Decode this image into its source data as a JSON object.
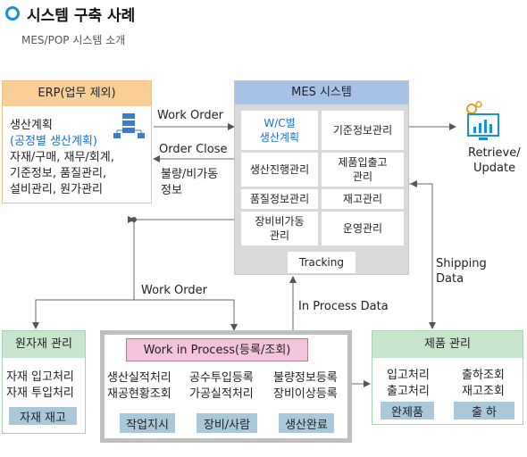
{
  "header": {
    "title": "시스템 구축 사례",
    "subtitle": "MES/POP 시스템 소개"
  },
  "erp": {
    "title": "ERP(업무 제외)",
    "lines": [
      "생산계획",
      "(공정별 생산계획)",
      "자재/구매, 재무/회계,",
      "기준정보, 품질관리,",
      "설비관리, 원가관리"
    ]
  },
  "mes": {
    "title": "MES 시스템",
    "cells": [
      [
        "W/C별",
        "생산계획"
      ],
      [
        "기준정보관리"
      ],
      [
        "생산진행관리"
      ],
      [
        "제품입출고",
        "관리"
      ],
      [
        "품질정보관리"
      ],
      [
        "재고관리"
      ],
      [
        "장비비가동",
        "관리"
      ],
      [
        "운영관리"
      ]
    ],
    "tracking": "Tracking"
  },
  "retrieve": {
    "label_1": "Retrieve/",
    "label_2": "Update"
  },
  "flows": {
    "work_order_top": "Work Order",
    "order_close": "Order Close",
    "defect_1": "불량/비가동",
    "defect_2": "정보",
    "work_order_mid": "Work Order",
    "in_process": "In Process Data",
    "shipping_1": "Shipping",
    "shipping_2": "Data"
  },
  "raw": {
    "title": "원자재 관리",
    "lines": [
      "자재 입고처리",
      "자재 투입처리"
    ],
    "stock": "자재 재고"
  },
  "wip": {
    "title": "Work in Process(등록/조회)",
    "col1": [
      "생산실적처리",
      "재공현황조회"
    ],
    "col2": [
      "공수투입등록",
      "가공실적처리"
    ],
    "col3": [
      "불량정보등록",
      "장비이상등록"
    ],
    "flow": [
      "작업지시",
      "장비/사람",
      "생산완료"
    ]
  },
  "product": {
    "title": "제품 관리",
    "col1": [
      "입고처리",
      "출고처리"
    ],
    "col2": [
      "출하조회",
      "재고조회"
    ],
    "finished": "완제품",
    "ship": "출 하"
  },
  "colors": {
    "accent_blue": "#1a8fd8",
    "erp_header": "#f9ce97",
    "mes_header": "#a8c1e6",
    "green_header": "#c7e5cd",
    "wip_frame": "#bfbfbf",
    "wip_title": "#f4c4dc",
    "pill": "#a9c8da"
  }
}
